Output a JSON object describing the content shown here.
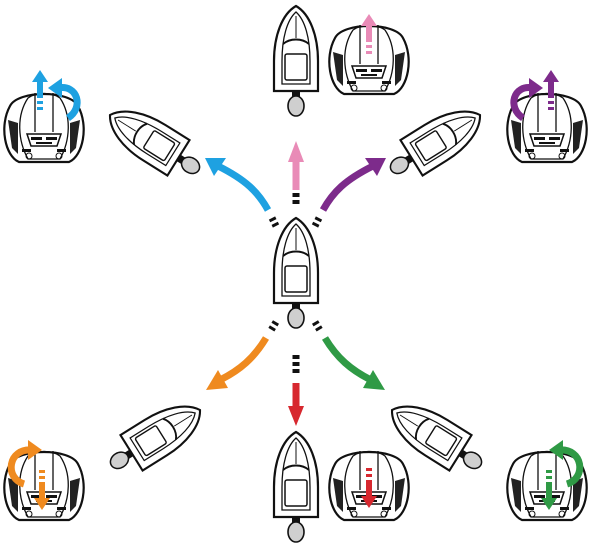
{
  "diagram": {
    "colors": {
      "forward": "#e98bb7",
      "backward": "#d7282f",
      "forward_left": "#1ea1e1",
      "forward_right": "#7d2b8b",
      "backward_left": "#ef8a1f",
      "backward_right": "#2f9a45",
      "outline": "#111111",
      "engine": "#d0d0d0"
    },
    "icons": [
      "boat-icon",
      "joystick-control-icon",
      "direction-arrow-icon",
      "rotation-arrow-icon"
    ],
    "center_boat": {
      "name": "center-boat"
    },
    "movements": [
      {
        "id": "forward",
        "color_key": "forward",
        "rotation": "none"
      },
      {
        "id": "forward-left",
        "color_key": "forward_left",
        "rotation": "counterclockwise"
      },
      {
        "id": "forward-right",
        "color_key": "forward_right",
        "rotation": "clockwise"
      },
      {
        "id": "backward",
        "color_key": "backward",
        "rotation": "none"
      },
      {
        "id": "backward-left",
        "color_key": "backward_left",
        "rotation": "counterclockwise"
      },
      {
        "id": "backward-right",
        "color_key": "backward_right",
        "rotation": "clockwise"
      }
    ]
  }
}
